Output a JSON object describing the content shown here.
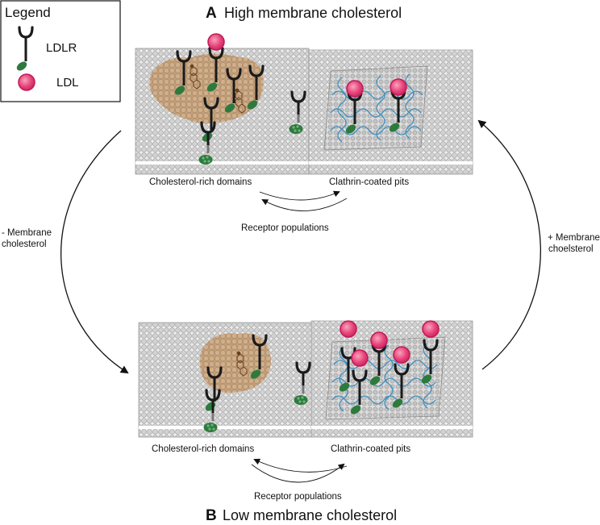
{
  "legend": {
    "title": "Legend",
    "ldlr_label": "LDLR",
    "ldl_label": "LDL"
  },
  "panel_a": {
    "letter": "A",
    "title": "High membrane cholesterol",
    "domain_label": "Cholesterol-rich domains",
    "pit_label": "Clathrin-coated pits",
    "populations_label": "Receptor populations"
  },
  "panel_b": {
    "letter": "B",
    "title": "Low membrane cholesterol",
    "domain_label": "Cholesterol-rich domains",
    "pit_label": "Clathrin-coated pits",
    "populations_label": "Receptor populations"
  },
  "transitions": {
    "left_line1": "- Membrane",
    "left_line2": "cholesterol",
    "right_line1": "+ Membrane",
    "right_line2": "choelsterol"
  },
  "colors": {
    "receptor": "#1a1a1a",
    "receptor_foot": "#2d7a3e",
    "ldl_fill": "#e8457a",
    "ldl_ring": "#c2185b",
    "cholesterol_domain": "#c8a57e",
    "clathrin": "#3b8fbf",
    "lipid_head": "#d4d4d4"
  }
}
